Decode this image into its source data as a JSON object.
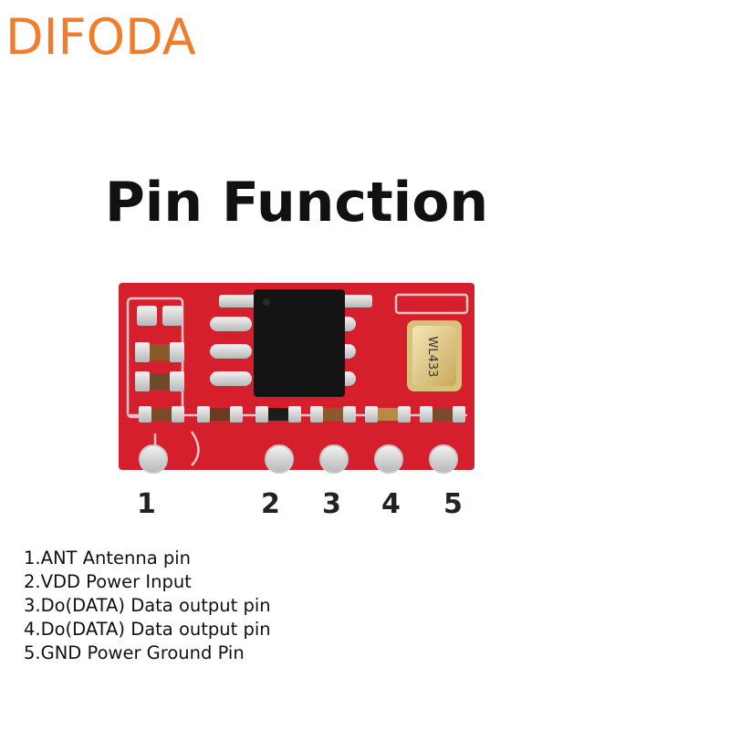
{
  "brand": "DIFODA",
  "title": "Pin Function",
  "crystal_marking": "WL433",
  "colors": {
    "brand": "#f07d2c",
    "board": "#d51f2c",
    "chip": "#141414"
  },
  "pins": [
    {
      "number": "1",
      "description": "1.ANT Antenna pin"
    },
    {
      "number": "2",
      "description": "2.VDD Power Input"
    },
    {
      "number": "3",
      "description": "3.Do(DATA) Data output pin"
    },
    {
      "number": "4",
      "description": "4.Do(DATA) Data output pin"
    },
    {
      "number": "5",
      "description": "5.GND Power Ground Pin"
    }
  ]
}
